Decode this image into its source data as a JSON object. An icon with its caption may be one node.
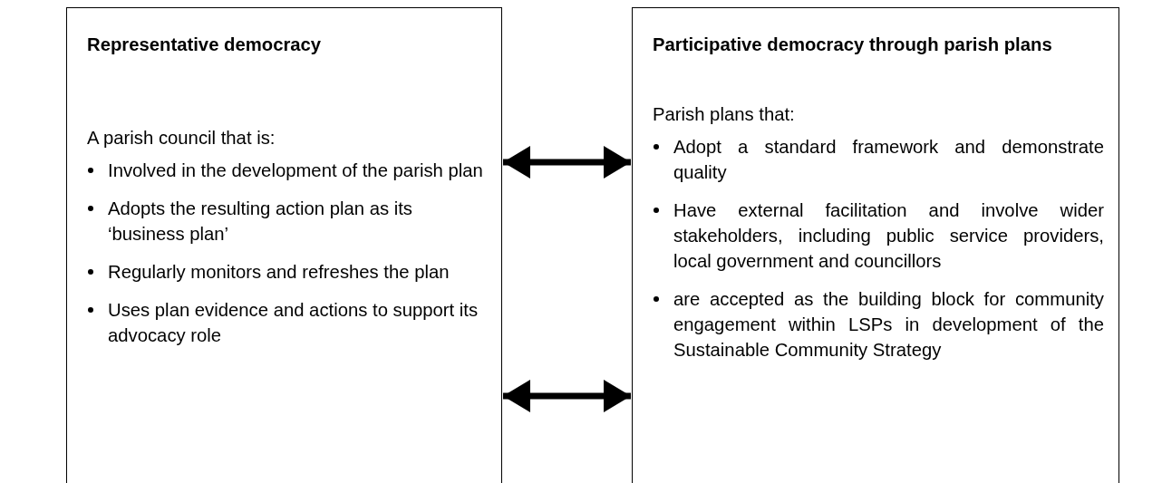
{
  "diagram": {
    "nodes": [
      {
        "text": [
          "Representative democracy",
          "A parish council that is:",
          "Involved in the development of the parish plan",
          "Adopts the resulting action plan as its ‘business plan’",
          "Regularly monitors and refreshes the plan",
          "Uses plan evidence and actions to support its advocacy role"
        ]
      },
      {
        "text": [
          "Participative democracy through parish plans",
          "Parish plans that:",
          "Adopt a standard framework and demonstrate quality",
          "Have external facilitation and involve wider stakeholders, including public service providers, local government and councillors",
          "are accepted as the building block for community engagement within LSPs in development of the Sustainable Community Strategy"
        ]
      }
    ],
    "edges": [
      {
        "from": 0,
        "to": 1,
        "arrow": "both"
      },
      {
        "from": 0,
        "to": 1,
        "arrow": "both"
      }
    ]
  }
}
